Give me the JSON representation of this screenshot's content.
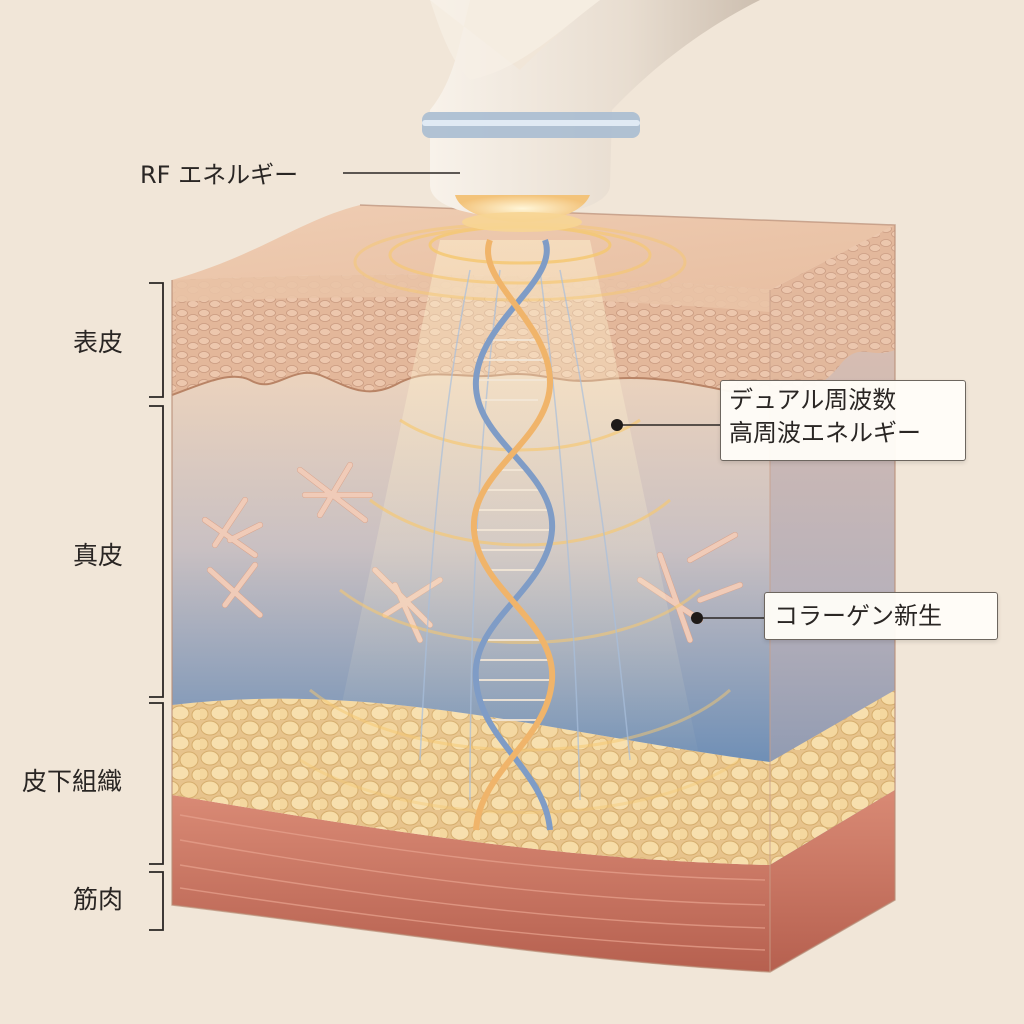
{
  "labels": {
    "rf_energy": "RF エネルギー",
    "layers": {
      "epidermis": "表皮",
      "dermis": "真皮",
      "subcutaneous": "皮下組織",
      "muscle": "筋肉"
    },
    "dual_frequency": {
      "line1": "デュアル周波数",
      "line2": "高周波エネルギー"
    },
    "collagen": "コラーゲン新生"
  },
  "colors": {
    "background": "#f1e6d8",
    "epidermis": "#e9bf9f",
    "dermis_top": "#e6c9ae",
    "dermis_bottom": "#6f8fb6",
    "fat": "#f2d49d",
    "muscle": "#c9715f",
    "energy_wave": "#f5c872",
    "helix_orange": "#f0b46a",
    "helix_blue": "#7f9cc6"
  },
  "icons": {
    "device": "rf-handpiece-icon",
    "collagen": "collagen-fiber-icon",
    "helix": "energy-helix-icon"
  }
}
